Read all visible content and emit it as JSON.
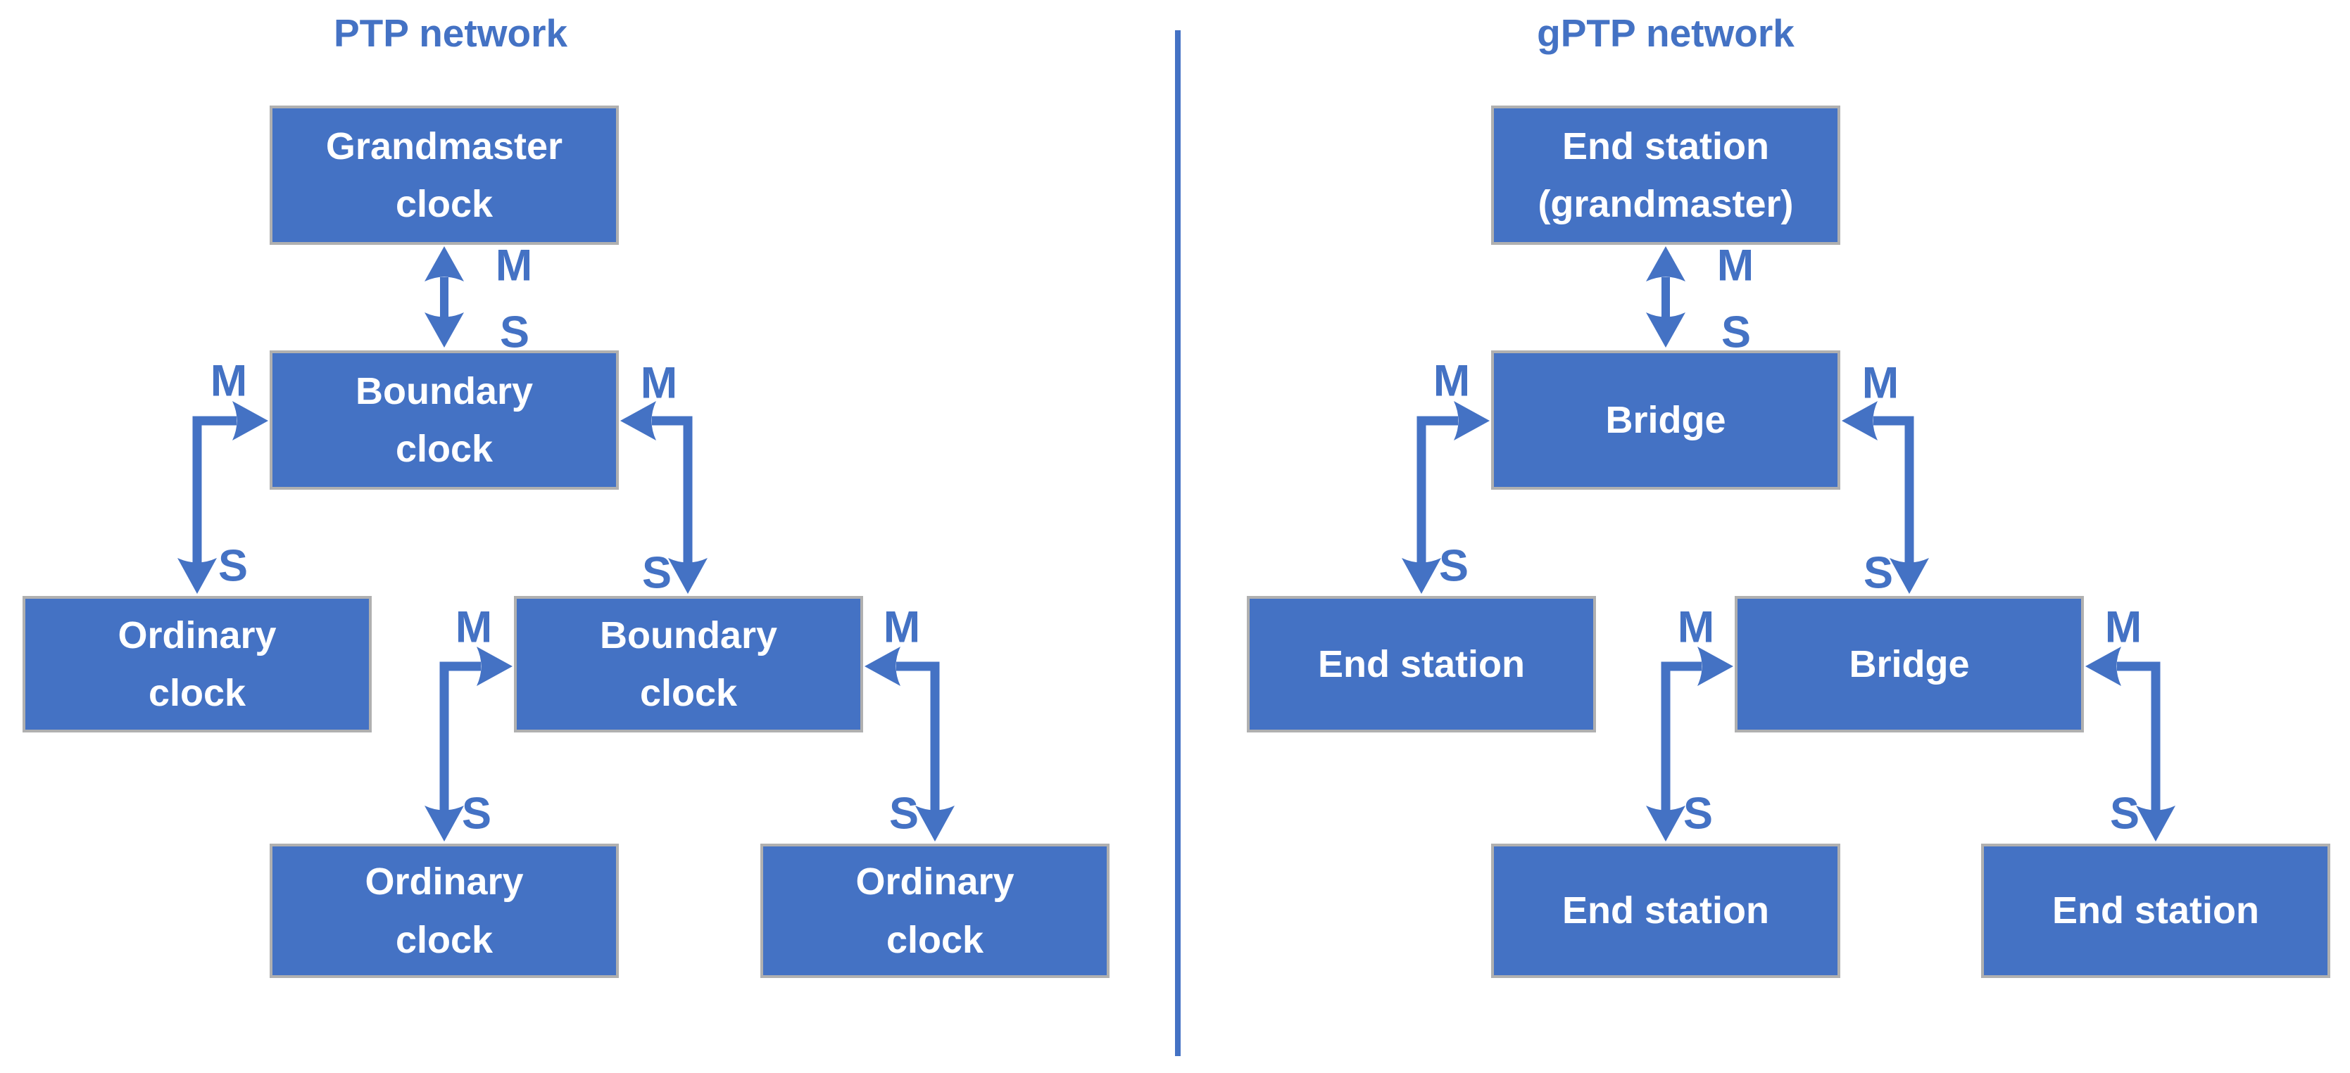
{
  "diagram": {
    "left_panel": {
      "title": "PTP network",
      "boxes": [
        {
          "id": "grandmaster-clock",
          "label": "Grandmaster\nclock"
        },
        {
          "id": "boundary-clock-1",
          "label": "Boundary\nclock"
        },
        {
          "id": "ordinary-clock-1",
          "label": "Ordinary\nclock"
        },
        {
          "id": "boundary-clock-2",
          "label": "Boundary\nclock"
        },
        {
          "id": "ordinary-clock-2",
          "label": "Ordinary\nclock"
        },
        {
          "id": "ordinary-clock-3",
          "label": "Ordinary\nclock"
        }
      ]
    },
    "right_panel": {
      "title": "gPTP network",
      "boxes": [
        {
          "id": "end-station-grandmaster",
          "label": "End station\n(grandmaster)"
        },
        {
          "id": "bridge-1",
          "label": "Bridge"
        },
        {
          "id": "end-station-1",
          "label": "End station"
        },
        {
          "id": "bridge-2",
          "label": "Bridge"
        },
        {
          "id": "end-station-2",
          "label": "End station"
        },
        {
          "id": "end-station-3",
          "label": "End station"
        }
      ]
    },
    "ports": {
      "master": "M",
      "slave": "S"
    },
    "colors": {
      "primary_blue": "#4472C4",
      "box_fill": "#4472C4",
      "box_border": "#b0b0b0",
      "box_text": "#ffffff"
    }
  }
}
